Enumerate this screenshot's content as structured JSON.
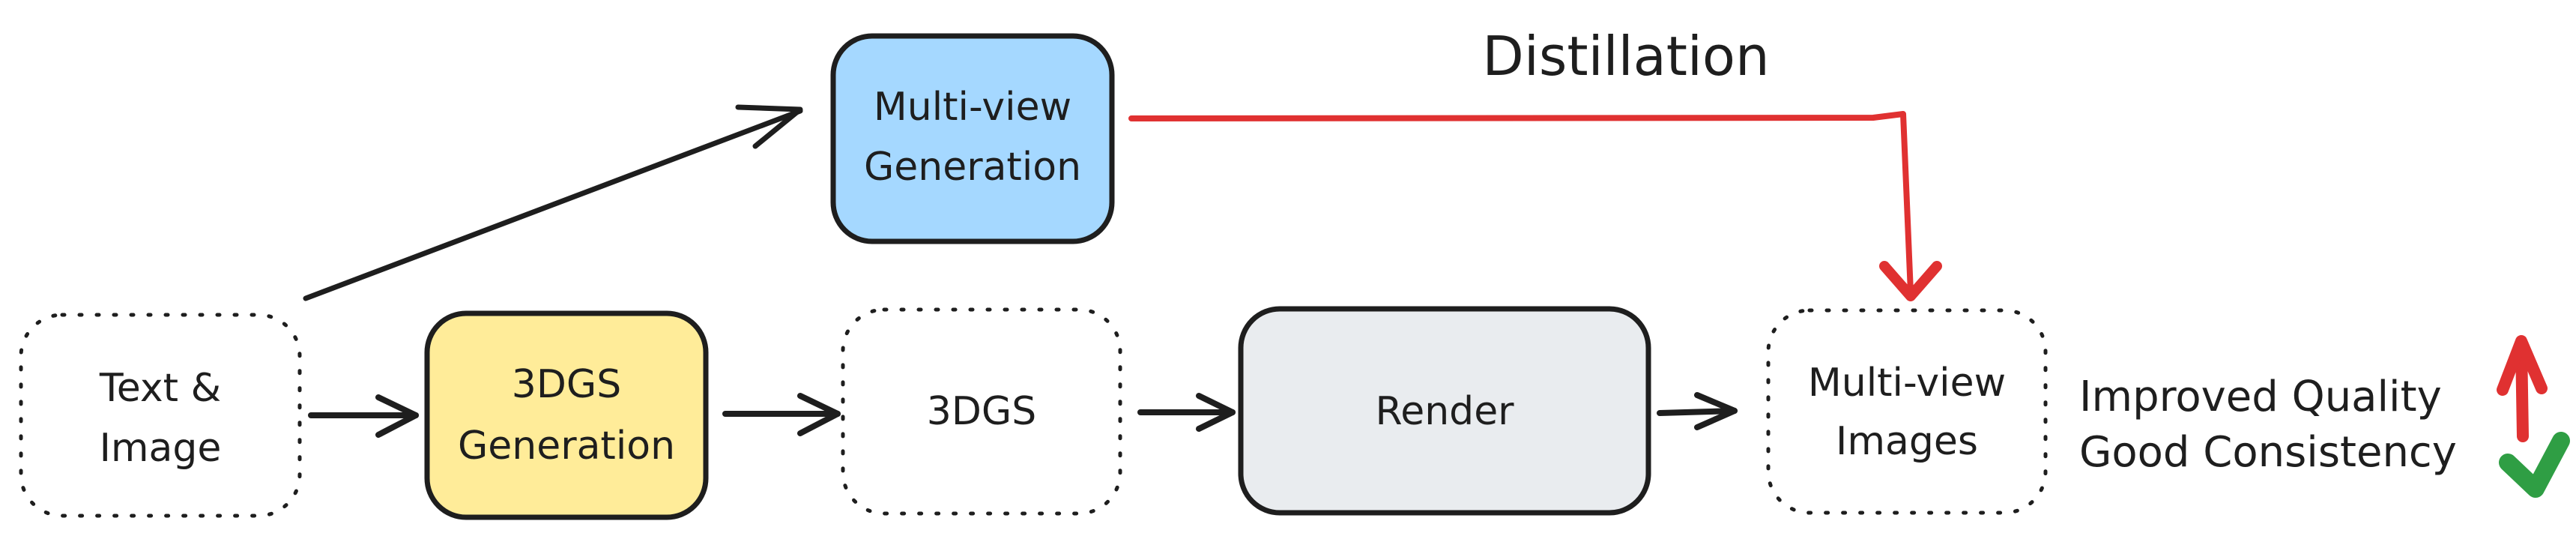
{
  "diagram": {
    "nodes": [
      {
        "id": "text-image",
        "lines": [
          "Text &",
          "Image"
        ],
        "style": "dotted",
        "fill": "#ffffff"
      },
      {
        "id": "3dgs-generation",
        "lines": [
          "3DGS",
          "Generation"
        ],
        "style": "solid",
        "fill": "#ffec99"
      },
      {
        "id": "3dgs",
        "lines": [
          "3DGS"
        ],
        "style": "dotted",
        "fill": "#ffffff"
      },
      {
        "id": "render",
        "lines": [
          "Render"
        ],
        "style": "solid",
        "fill": "#e9ecef"
      },
      {
        "id": "multi-view-images",
        "lines": [
          "Multi-view",
          "Images"
        ],
        "style": "dotted",
        "fill": "#ffffff"
      },
      {
        "id": "multi-view-generation",
        "lines": [
          "Multi-view",
          "Generation"
        ],
        "style": "solid",
        "fill": "#a5d8ff"
      }
    ],
    "edges": [
      {
        "from": "text-image",
        "to": "3dgs-generation",
        "color": "#1e1e1e"
      },
      {
        "from": "3dgs-generation",
        "to": "3dgs",
        "color": "#1e1e1e"
      },
      {
        "from": "3dgs",
        "to": "render",
        "color": "#1e1e1e"
      },
      {
        "from": "render",
        "to": "multi-view-images",
        "color": "#1e1e1e"
      },
      {
        "from": "text-image",
        "to": "multi-view-generation",
        "color": "#1e1e1e"
      },
      {
        "from": "multi-view-generation",
        "to": "multi-view-images",
        "color": "#e03131",
        "label": "Distillation"
      }
    ],
    "distillation_label": "Distillation",
    "results": {
      "line1": "Improved Quality",
      "line2": "Good Consistency",
      "up_arrow_color": "#e03131",
      "check_color": "#2f9e44"
    }
  }
}
